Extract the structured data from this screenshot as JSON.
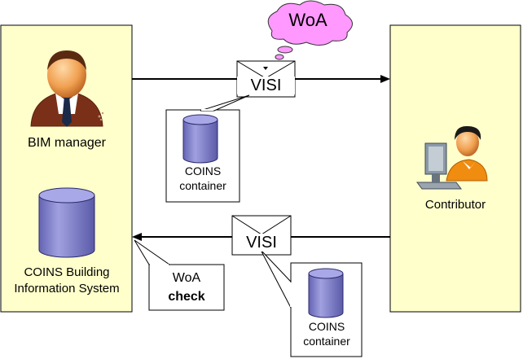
{
  "actors": {
    "left": {
      "name": "BIM manager",
      "system": [
        "COINS Building",
        "Information System"
      ]
    },
    "right": {
      "name": "Contributor"
    }
  },
  "messages": {
    "top": {
      "label": "VISI",
      "container": [
        "COINS",
        "container"
      ]
    },
    "bottom": {
      "label": "VISI",
      "container": [
        "COINS",
        "container"
      ]
    }
  },
  "cloud": {
    "label": "WoA"
  },
  "callout": {
    "line1": "WoA",
    "line2": "check"
  },
  "colors": {
    "panel_fill": "#ffffcc",
    "cylinder_fill": "#8080c8",
    "cloud_fill": "#ff99ff"
  }
}
